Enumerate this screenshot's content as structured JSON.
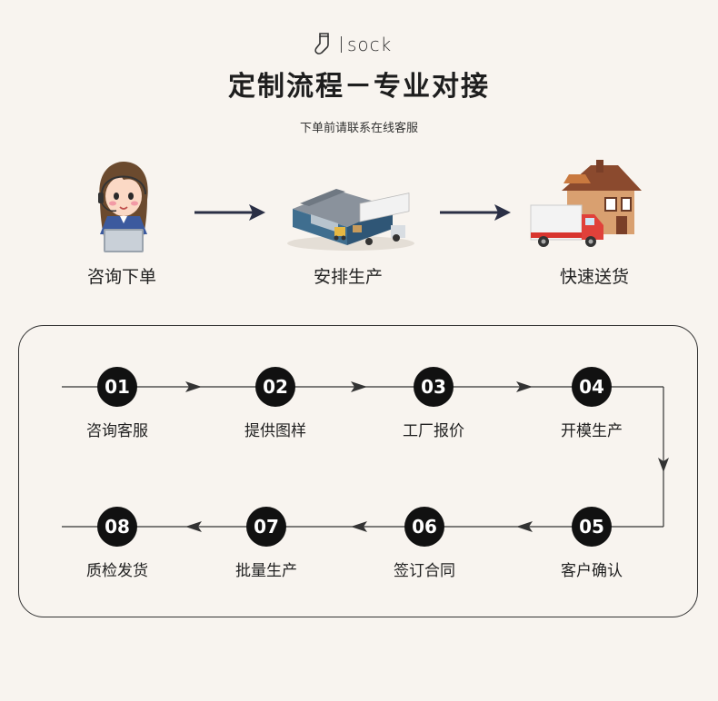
{
  "brand": {
    "logo_text": "sock"
  },
  "header": {
    "title": "定制流程－专业对接",
    "subtitle": "下单前请联系在线客服"
  },
  "top_steps": [
    {
      "label": "咨询下单",
      "icon": "customer-service-agent-icon"
    },
    {
      "label": "安排生产",
      "icon": "factory-truck-icon"
    },
    {
      "label": "快速送货",
      "icon": "delivery-truck-house-icon"
    }
  ],
  "process": {
    "row1": [
      {
        "num": "01",
        "label": "咨询客服"
      },
      {
        "num": "02",
        "label": "提供图样"
      },
      {
        "num": "03",
        "label": "工厂报价"
      },
      {
        "num": "04",
        "label": "开模生产"
      }
    ],
    "row2": [
      {
        "num": "08",
        "label": "质检发货"
      },
      {
        "num": "07",
        "label": "批量生产"
      },
      {
        "num": "06",
        "label": "签订合同"
      },
      {
        "num": "05",
        "label": "客户确认"
      }
    ]
  },
  "colors": {
    "background": "#f8f4ef",
    "arrow": "#2a2f45",
    "circle": "#111111"
  }
}
